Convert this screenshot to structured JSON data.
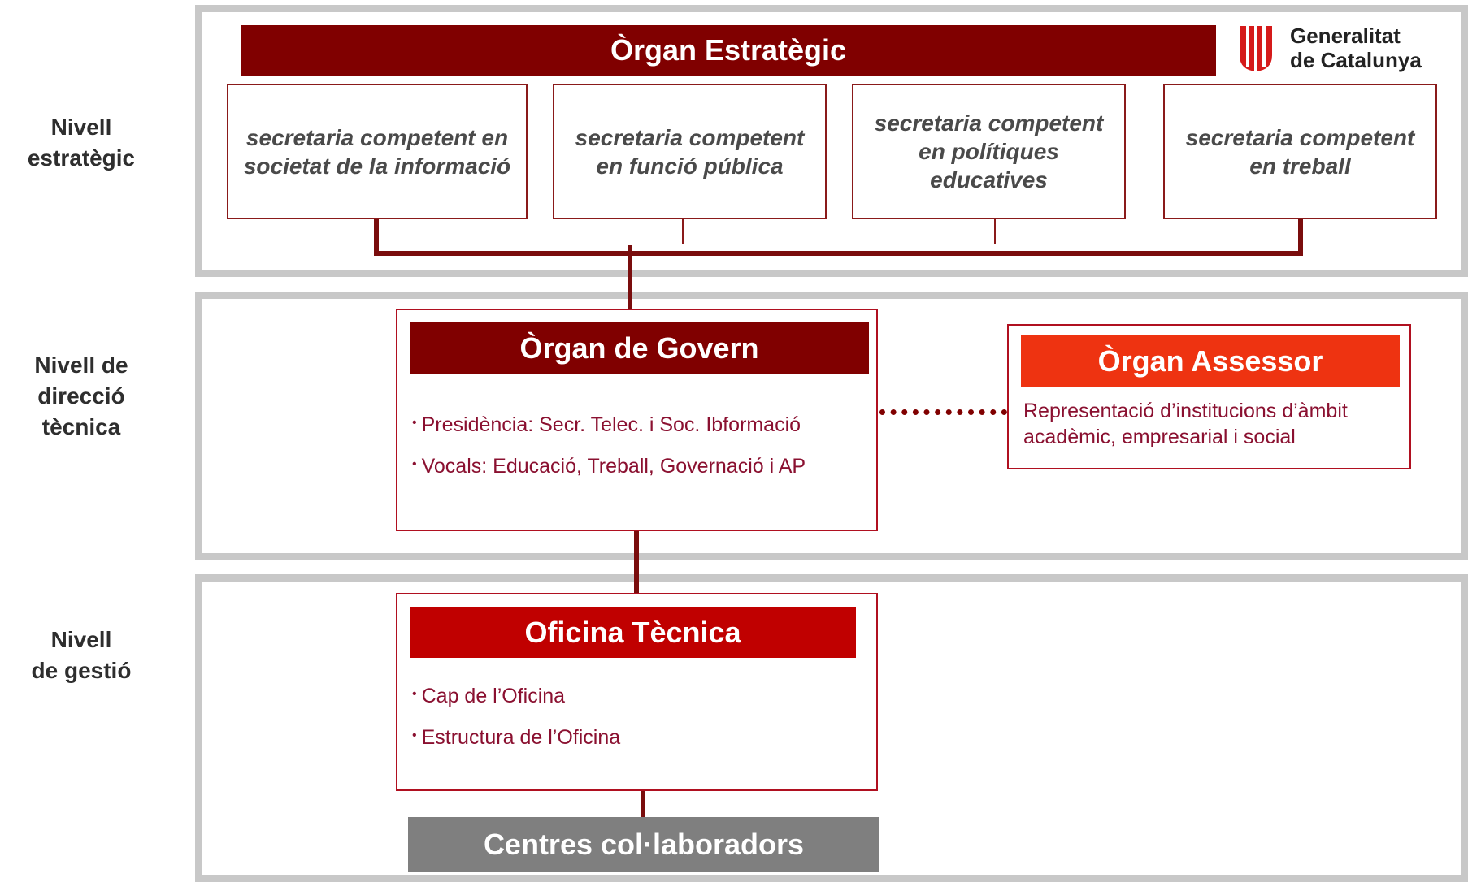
{
  "levels": {
    "strategic": "Nivell\nestratègic",
    "technical": "Nivell de\ndirecció\ntècnica",
    "management": "Nivell\nde gestió"
  },
  "strategic_body": {
    "title": "Òrgan Estratègic",
    "secretariats": [
      "secretaria competent en societat de la informació",
      "secretaria competent en funció pública",
      "secretaria competent en polítiques educatives",
      "secretaria competent en treball"
    ]
  },
  "logo": {
    "line1": "Generalitat",
    "line2": "de Catalunya"
  },
  "governing_body": {
    "title": "Òrgan de Govern",
    "items": [
      "Presidència: Secr. Telec. i Soc. Ibformació",
      "Vocals: Educació, Treball, Governació i AP"
    ]
  },
  "advisory_body": {
    "title": "Òrgan Assessor",
    "description": "Representació d’institucions d’àmbit acadèmic, empresarial i social"
  },
  "technical_office": {
    "title": "Oficina Tècnica",
    "items": [
      "Cap de l’Oficina",
      "Estructura de l’Oficina"
    ]
  },
  "collaborators": {
    "title": "Centres col·laboradors"
  },
  "colors": {
    "dark_red": "#800000",
    "red": "#c00000",
    "orange_red": "#ee3311",
    "gray_bar": "#7f7f7f",
    "panel_border": "#c8c8c8",
    "bullet_text": "#8a1030"
  }
}
